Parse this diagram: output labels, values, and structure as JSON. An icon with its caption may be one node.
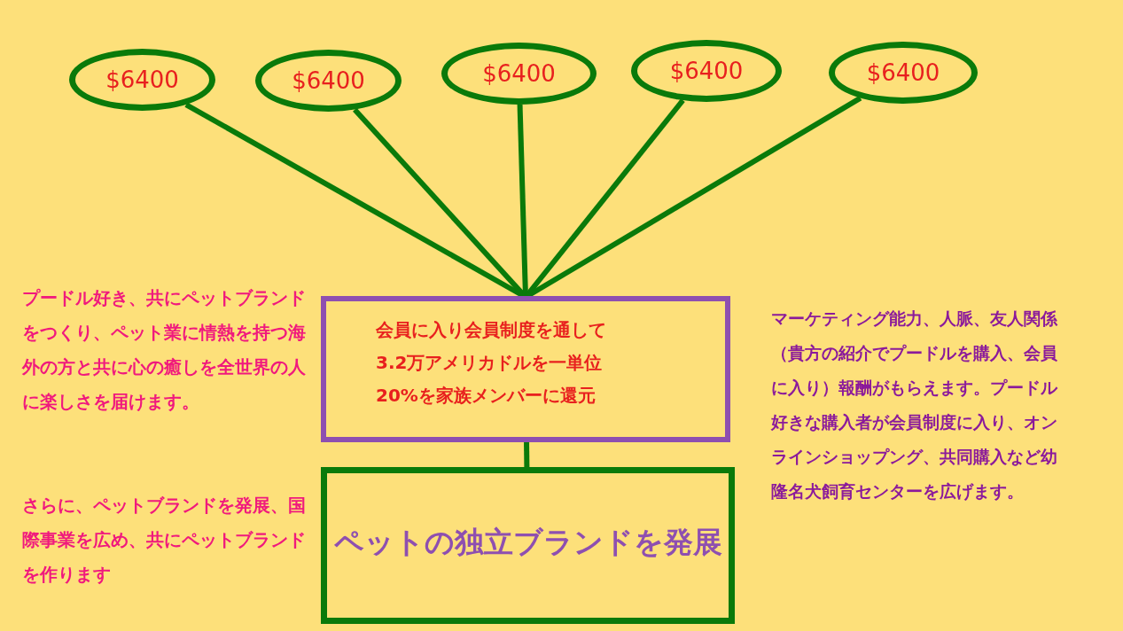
{
  "diagram": {
    "nodes": [
      {
        "text": [
          "$6400"
        ]
      },
      {
        "text": [
          "$6400"
        ]
      },
      {
        "text": [
          "$6400"
        ]
      },
      {
        "text": [
          "$6400"
        ]
      },
      {
        "text": [
          "$6400"
        ]
      },
      {
        "text": [
          "会員に入り会員制度を通して",
          "3.2万アメリカドルを一単位",
          "20%を家族メンバーに還元"
        ]
      },
      {
        "text": [
          "ペットの独立ブランドを発展"
        ]
      }
    ],
    "edges": [
      {
        "from": 0,
        "to": 5,
        "arrow": "none"
      },
      {
        "from": 1,
        "to": 5,
        "arrow": "none"
      },
      {
        "from": 2,
        "to": 5,
        "arrow": "none"
      },
      {
        "from": 3,
        "to": 5,
        "arrow": "none"
      },
      {
        "from": 4,
        "to": 5,
        "arrow": "none"
      },
      {
        "from": 5,
        "to": 6,
        "arrow": "none"
      }
    ],
    "labels": [
      "プードル好き、共にペットブランドをつくり、ペット業に情熱を持つ海外の方と共に心の癒しを全世界の人に楽しさを届けます。",
      "さらに、ペットブランドを発展、国際事業を広め、共にペットブランドを作ります",
      "マーケティング能力、人脈、友人関係（貴方の紹介でプードルを購入、会員に入り）報酬がもらえます。プードル好きな購入者が会員制度に入り、オンラインショップング、共同購入など幼隆名犬飼育センターを広げます。"
    ]
  }
}
